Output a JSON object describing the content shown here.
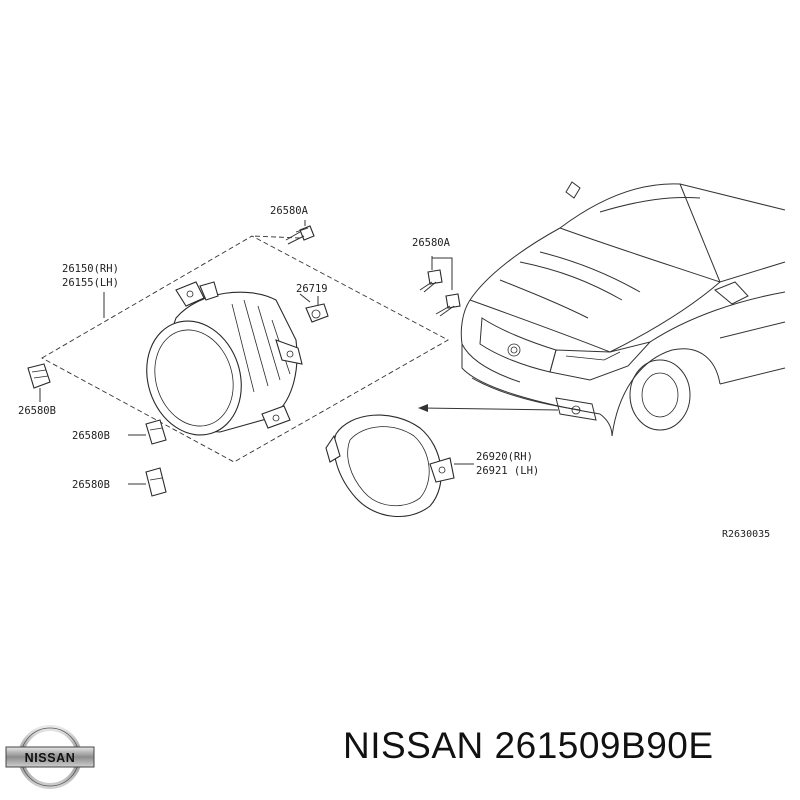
{
  "callouts": {
    "screw_top": "26580A",
    "screw_right": "26580A",
    "fog_lamp_rh": "26150(RH)",
    "fog_lamp_lh": "26155(LH)",
    "bulb": "26719",
    "clip_left": "26580B",
    "clip_mid": "26580B",
    "clip_bottom": "26580B",
    "bezel_rh": "26920(RH)",
    "bezel_lh": "26921 (LH)"
  },
  "reference_code": "R2630035",
  "caption": {
    "brand": "NISSAN",
    "part_number": "261509B90E"
  },
  "logo_text": "NISSAN",
  "colors": {
    "line": "#333333",
    "text": "#222222",
    "background": "#ffffff"
  }
}
